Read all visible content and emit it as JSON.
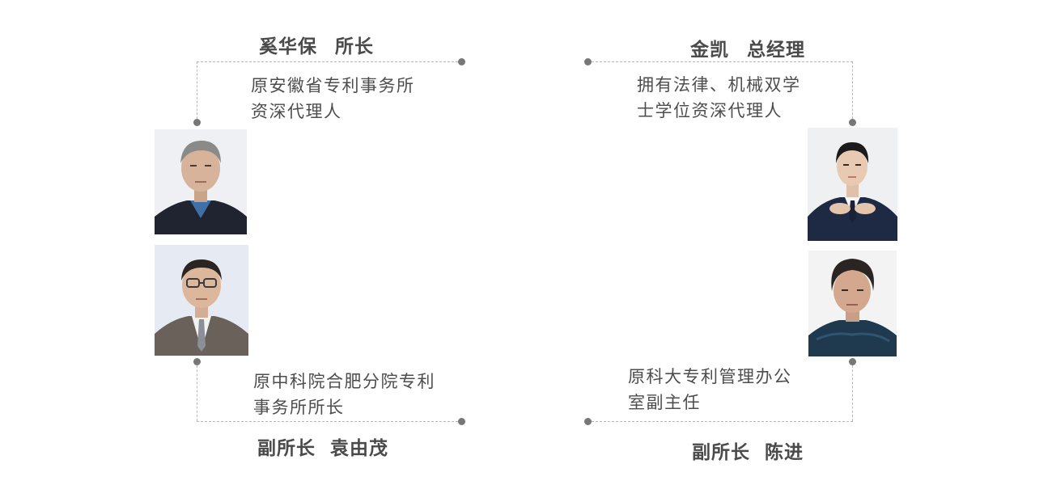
{
  "people": [
    {
      "name": "奚华保",
      "title": "所长",
      "desc_lines": [
        "原安徽省专利事务所",
        "资深代理人"
      ]
    },
    {
      "name": "金凯",
      "title": "总经理",
      "desc_lines": [
        "拥有法律、机械双学",
        "士学位资深代理人"
      ]
    },
    {
      "role": "副所长",
      "name": "袁由茂",
      "desc_lines": [
        "原中科院合肥分院专利",
        "事务所所长"
      ]
    },
    {
      "role": "副所长",
      "name": "陈进",
      "desc_lines": [
        "原科大专利管理办公",
        "室副主任"
      ]
    }
  ],
  "colors": {
    "text": "#4a4a4a",
    "dashed_line": "#b8b8b8",
    "dot": "#777777"
  }
}
